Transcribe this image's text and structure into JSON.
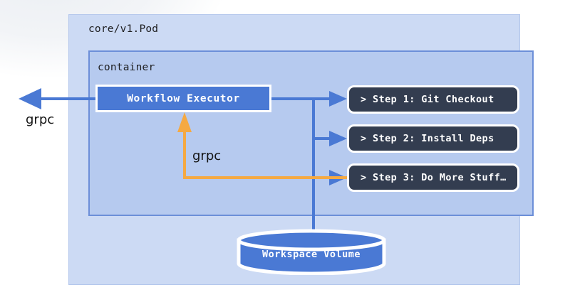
{
  "diagram": {
    "title": "core/v1.Pod",
    "pod": {
      "label": "core/v1.Pod"
    },
    "container": {
      "label": "container"
    },
    "executor": {
      "label": "Workflow Executor"
    },
    "steps": [
      {
        "label": "> Step 1: Git Checkout"
      },
      {
        "label": "> Step 2: Install Deps"
      },
      {
        "label": "> Step 3: Do More Stuff…"
      }
    ],
    "volume": {
      "label": "Workspace Volume"
    },
    "edges": [
      {
        "label": "grpc",
        "color": "#4a79d4",
        "direction": "out-left"
      },
      {
        "label": "grpc",
        "color": "#f5a942",
        "direction": "step3-to-executor"
      }
    ],
    "colors": {
      "pod_fill": "#ccdaf4",
      "pod_border": "#b4c7ec",
      "container_fill": "#b6caef",
      "container_border": "#6c8fd8",
      "executor_fill": "#4a79d4",
      "step_fill": "#333d50",
      "volume_fill": "#4a79d4",
      "wire_blue": "#4a79d4",
      "wire_orange": "#f5a942",
      "box_stroke": "#ffffff",
      "background": "#ffffff"
    }
  }
}
